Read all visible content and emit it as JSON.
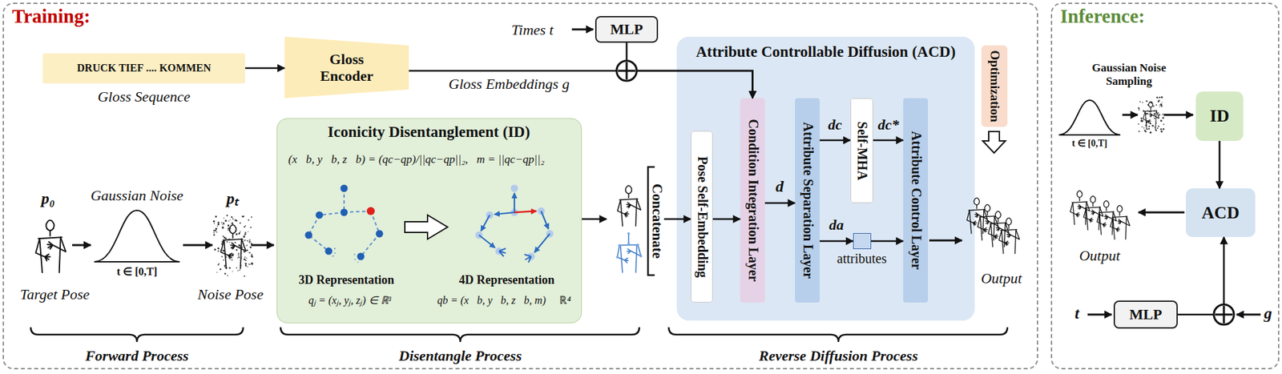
{
  "diagram": {
    "nodes": [
      {
        "text": [
          "Training:"
        ]
      },
      {
        "text": [
          "DRUCK TIEF .... KOMMEN",
          "Gloss Sequence"
        ],
        "in": 0
      },
      {
        "text": [
          "Gloss Encoder"
        ],
        "in": 0
      },
      {
        "text": [
          "MLP"
        ],
        "in": 0
      },
      {
        "text": [
          "Iconicity Disentanglement (ID)",
          "(x⃗b, y⃗b, z⃗b) = (qc−qp)/||qc−qp||₂,",
          "m = ||qc−qp||₂",
          "3D Representation",
          "qⱼ = (xⱼ, yⱼ, zⱼ) ∈ ℝ³",
          "4D Representation",
          "qb = (x⃗b, y⃗b, z⃗b, m) ∈ ℝ⁴"
        ],
        "in": 0
      },
      {
        "text": [
          "Attribute Controllable Diffusion (ACD)"
        ],
        "in": 0
      },
      {
        "text": [
          "Pose Self-Embedding"
        ],
        "in": 5
      },
      {
        "text": [
          "Condition Integration Layer"
        ],
        "in": 5
      },
      {
        "text": [
          "Attribute Separation Layer"
        ],
        "in": 5
      },
      {
        "text": [
          "Self-MHA"
        ],
        "in": 5
      },
      {
        "text": [
          "Attribute Control Layer"
        ],
        "in": 5
      },
      {
        "text": [
          "attributes"
        ],
        "in": 5
      },
      {
        "text": [
          "Optimization"
        ],
        "in": 0
      },
      {
        "text": [
          "Concatenate"
        ],
        "in": 0
      },
      {
        "text": [
          "Inference:"
        ]
      },
      {
        "text": [
          "ID"
        ],
        "in": 14
      },
      {
        "text": [
          "ACD"
        ],
        "in": 14
      },
      {
        "text": [
          "MLP"
        ],
        "in": 14
      }
    ],
    "edges": [
      {
        "from": 1,
        "to": 2,
        "arrow": "to"
      },
      {
        "from": 2,
        "to": 7,
        "label": "Gloss Embeddings g",
        "arrow": "to"
      },
      {
        "from": 3,
        "to": 7,
        "arrow": "to"
      },
      {
        "from": 4,
        "to": 13,
        "arrow": "to"
      },
      {
        "from": 13,
        "to": 6,
        "arrow": "to"
      },
      {
        "from": 6,
        "to": 7,
        "arrow": "to"
      },
      {
        "from": 7,
        "to": 8,
        "label": "d",
        "arrow": "to"
      },
      {
        "from": 8,
        "to": 9,
        "label": "dc",
        "arrow": "to"
      },
      {
        "from": 9,
        "to": 10,
        "label": "dc*",
        "arrow": "to"
      },
      {
        "from": 8,
        "to": 11,
        "label": "da",
        "arrow": "to"
      },
      {
        "from": 11,
        "to": 10,
        "arrow": "to"
      },
      {
        "from": 15,
        "to": 16,
        "arrow": "to"
      },
      {
        "from": 17,
        "to": 16,
        "arrow": "to"
      }
    ],
    "labels": [
      "Times t",
      "p₀",
      "Gaussian Noise",
      "t ∈ [0,T]",
      "Target Pose",
      "pₜ",
      "Noise Pose",
      "Forward Process",
      "Disentangle Process",
      "Reverse Diffusion Process",
      "Output",
      "Gaussian Noise Sampling",
      "t ∈ [0,T]",
      "Output",
      "t",
      "g"
    ]
  }
}
